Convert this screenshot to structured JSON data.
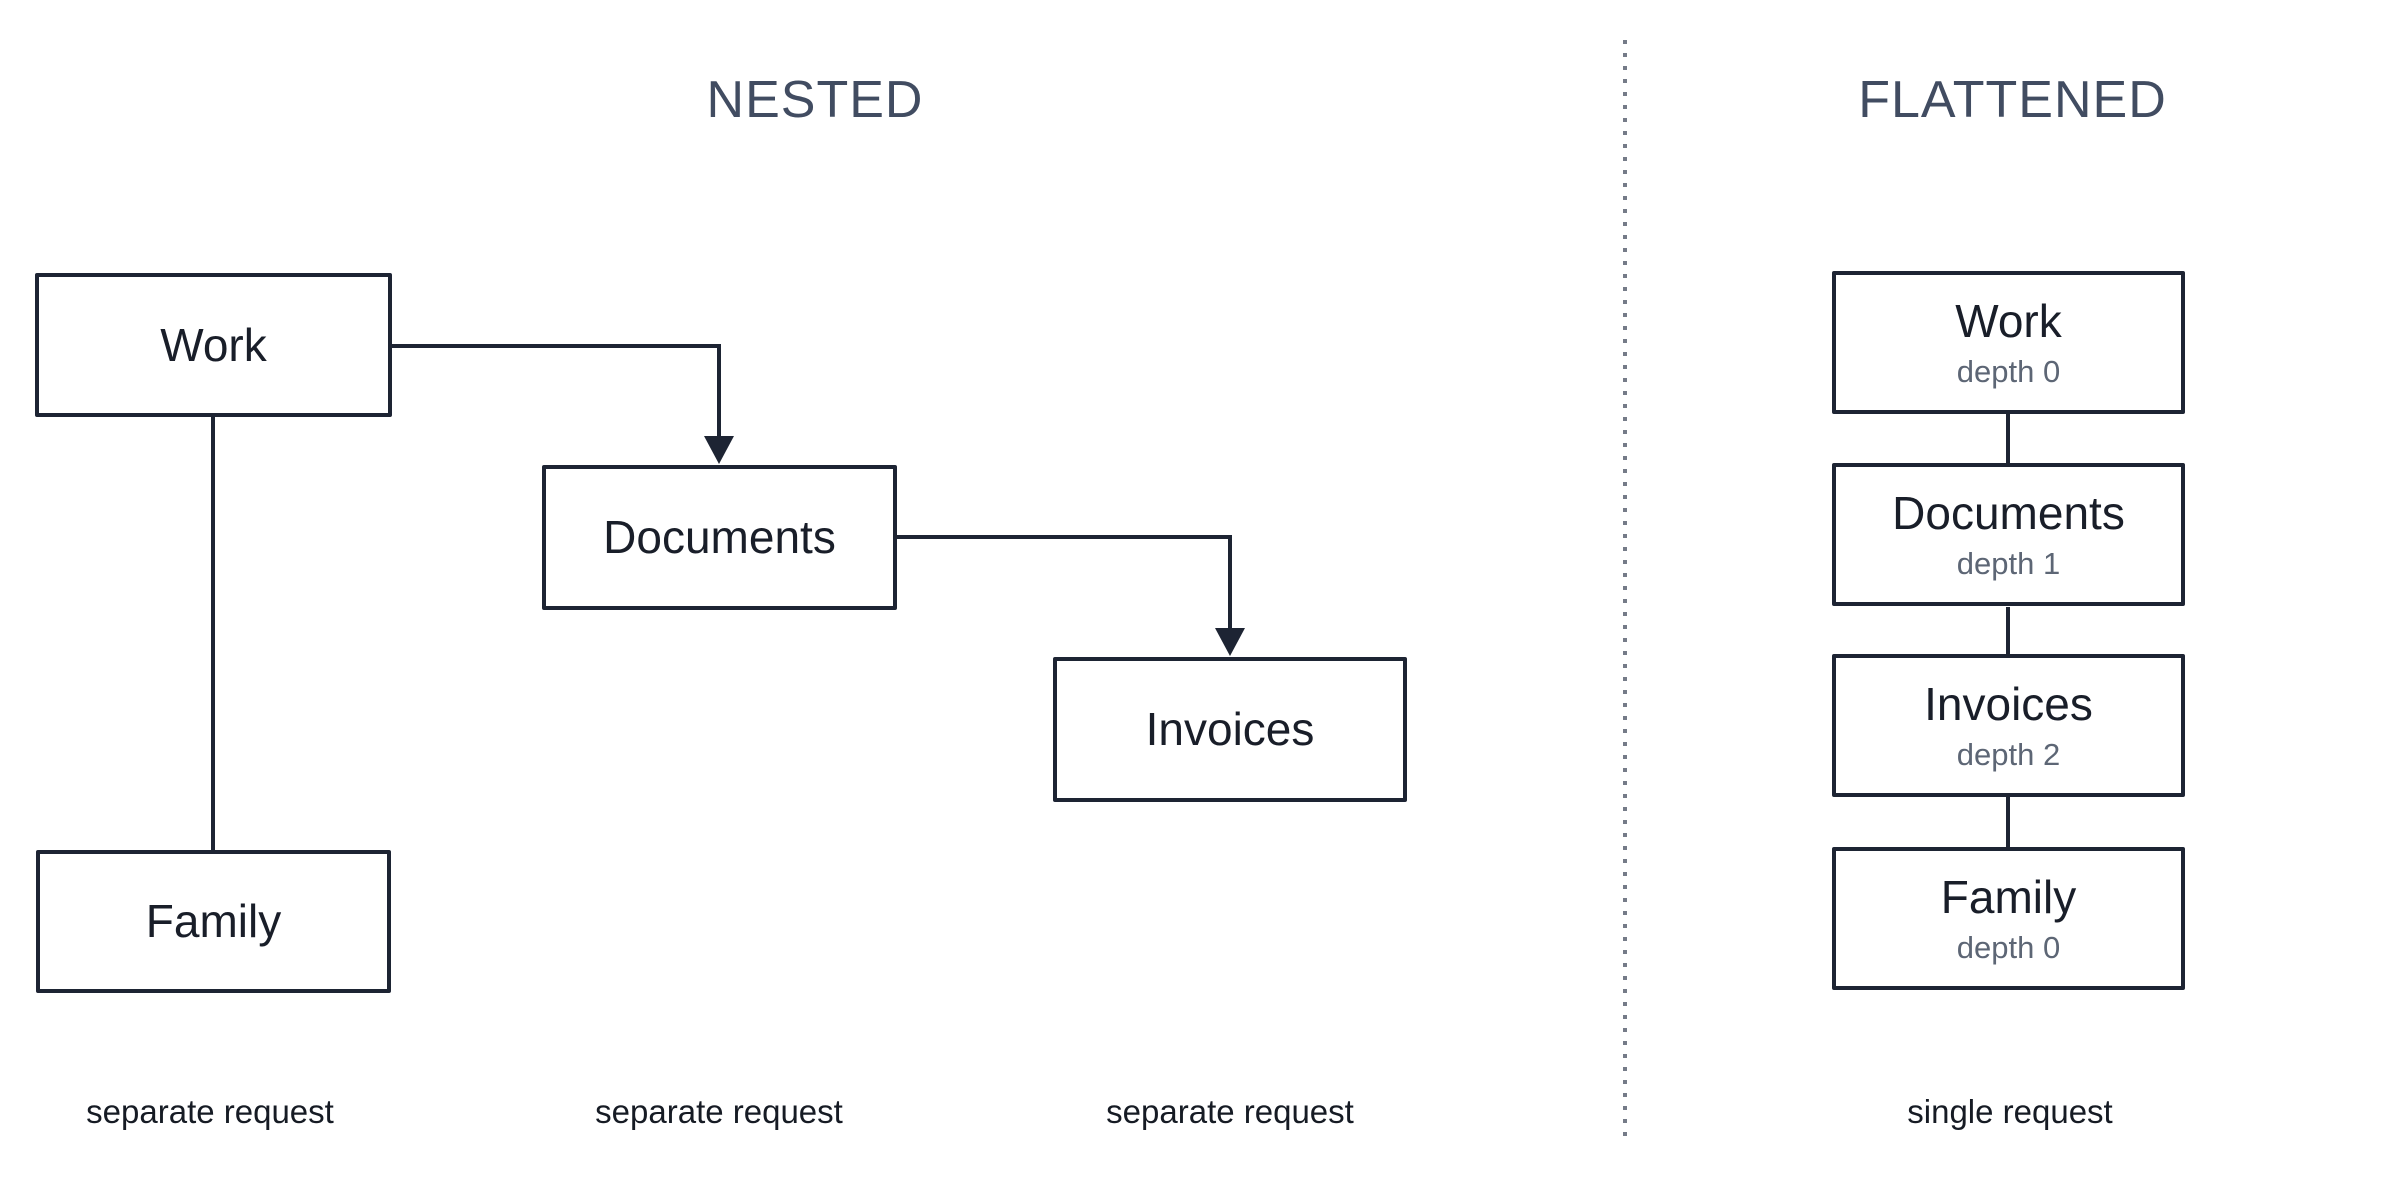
{
  "titles": {
    "nested": "NESTED",
    "flattened": "FLATTENED"
  },
  "nested": {
    "nodes": [
      {
        "label": "Work"
      },
      {
        "label": "Documents"
      },
      {
        "label": "Invoices"
      },
      {
        "label": "Family"
      }
    ],
    "captions": [
      "separate request",
      "separate request",
      "separate request"
    ]
  },
  "flattened": {
    "nodes": [
      {
        "label": "Work",
        "depth": "depth 0"
      },
      {
        "label": "Documents",
        "depth": "depth 1"
      },
      {
        "label": "Invoices",
        "depth": "depth 2"
      },
      {
        "label": "Family",
        "depth": "depth 0"
      }
    ],
    "caption": "single request"
  },
  "colors": {
    "background": "#ffffff",
    "title": "#414c61",
    "node_border": "#1d2433",
    "node_text": "#191e29",
    "depth_text": "#5d6675",
    "connector": "#1d2433",
    "divider": "#757b88",
    "caption_text": "#161b24"
  }
}
